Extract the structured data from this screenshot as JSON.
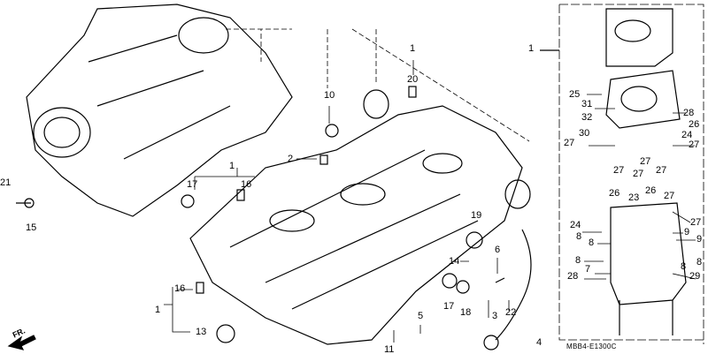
{
  "diagram_code": "MBB4-E1300C",
  "front_marker": "FR.",
  "callouts": [
    {
      "id": "c1",
      "text": "1"
    },
    {
      "id": "c2",
      "text": "20"
    },
    {
      "id": "c3",
      "text": "10"
    },
    {
      "id": "c4",
      "text": "2"
    },
    {
      "id": "c5",
      "text": "1"
    },
    {
      "id": "c6",
      "text": "17"
    },
    {
      "id": "c7",
      "text": "16"
    },
    {
      "id": "c8",
      "text": "21"
    },
    {
      "id": "c9",
      "text": "15"
    },
    {
      "id": "c10",
      "text": "19"
    },
    {
      "id": "c11",
      "text": "6"
    },
    {
      "id": "c12",
      "text": "14"
    },
    {
      "id": "c13",
      "text": "17"
    },
    {
      "id": "c14",
      "text": "18"
    },
    {
      "id": "c15",
      "text": "3"
    },
    {
      "id": "c16",
      "text": "22"
    },
    {
      "id": "c17",
      "text": "16"
    },
    {
      "id": "c18",
      "text": "1"
    },
    {
      "id": "c19",
      "text": "13"
    },
    {
      "id": "c20",
      "text": "5"
    },
    {
      "id": "c21",
      "text": "11"
    },
    {
      "id": "c22",
      "text": "4"
    },
    {
      "id": "c23",
      "text": "1"
    },
    {
      "id": "c24",
      "text": "25"
    },
    {
      "id": "c25",
      "text": "31"
    },
    {
      "id": "c26",
      "text": "32"
    },
    {
      "id": "c27",
      "text": "28"
    },
    {
      "id": "c28",
      "text": "26"
    },
    {
      "id": "c29",
      "text": "30"
    },
    {
      "id": "c30",
      "text": "24"
    },
    {
      "id": "c31",
      "text": "27"
    },
    {
      "id": "c32",
      "text": "27"
    },
    {
      "id": "c33",
      "text": "27"
    },
    {
      "id": "c34",
      "text": "27"
    },
    {
      "id": "c35",
      "text": "27"
    },
    {
      "id": "c36",
      "text": "27"
    },
    {
      "id": "c37",
      "text": "26"
    },
    {
      "id": "c38",
      "text": "23"
    },
    {
      "id": "c39",
      "text": "26"
    },
    {
      "id": "c40",
      "text": "27"
    },
    {
      "id": "c41",
      "text": "24"
    },
    {
      "id": "c42",
      "text": "27"
    },
    {
      "id": "c43",
      "text": "8"
    },
    {
      "id": "c44",
      "text": "8"
    },
    {
      "id": "c45",
      "text": "9"
    },
    {
      "id": "c46",
      "text": "9"
    },
    {
      "id": "c47",
      "text": "8"
    },
    {
      "id": "c48",
      "text": "7"
    },
    {
      "id": "c49",
      "text": "28"
    },
    {
      "id": "c50",
      "text": "8"
    },
    {
      "id": "c51",
      "text": "8"
    },
    {
      "id": "c52",
      "text": "29"
    }
  ]
}
